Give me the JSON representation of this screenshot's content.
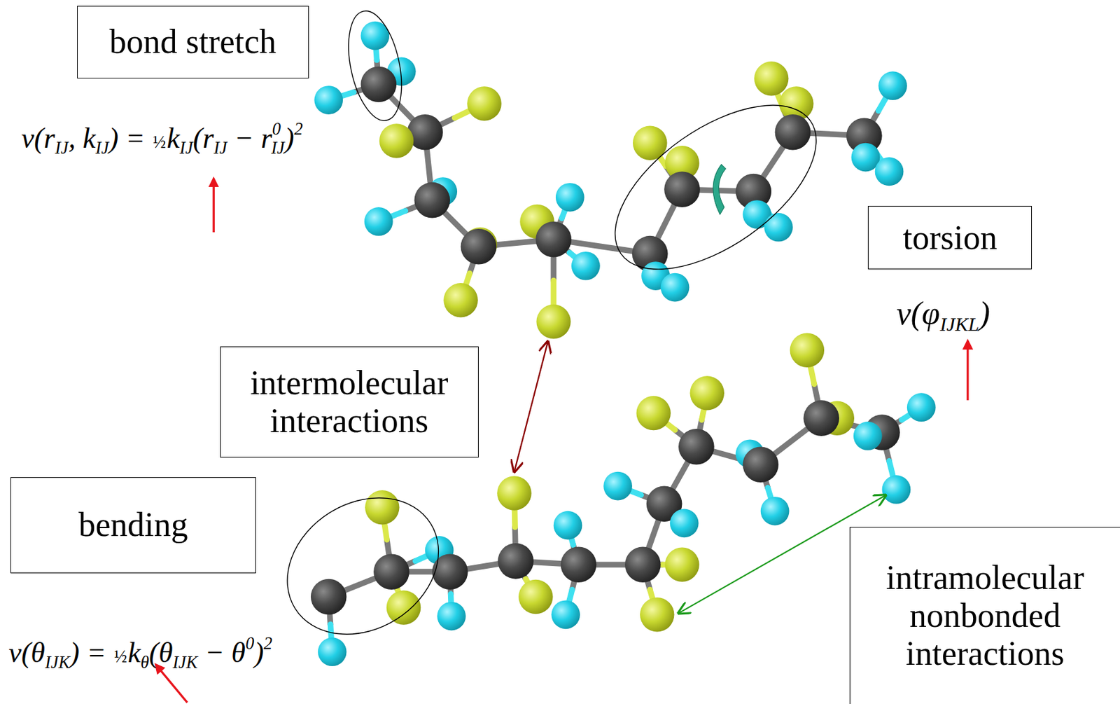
{
  "diagram": {
    "nodes": [
      {
        "text": [
          "bond stretch"
        ]
      },
      {
        "text": [
          "torsion"
        ]
      },
      {
        "text": [
          "intermolecular interactions"
        ]
      },
      {
        "text": [
          "bending"
        ]
      },
      {
        "text": [
          "intramolecular nonbonded interactions"
        ]
      }
    ],
    "labels": [
      "v(r",
      "IJ",
      ", k",
      "IJ",
      ") = ",
      "½",
      "k",
      "IJ",
      "(r",
      "IJ",
      " − r",
      "0",
      "IJ",
      ")",
      "2",
      "v(",
      "φ",
      "IJKL",
      ")",
      "v(θ",
      "IJK",
      ") = ",
      "½",
      "k",
      "θ",
      "(θ",
      "IJK",
      " − θ",
      "0",
      ")",
      "2"
    ]
  }
}
